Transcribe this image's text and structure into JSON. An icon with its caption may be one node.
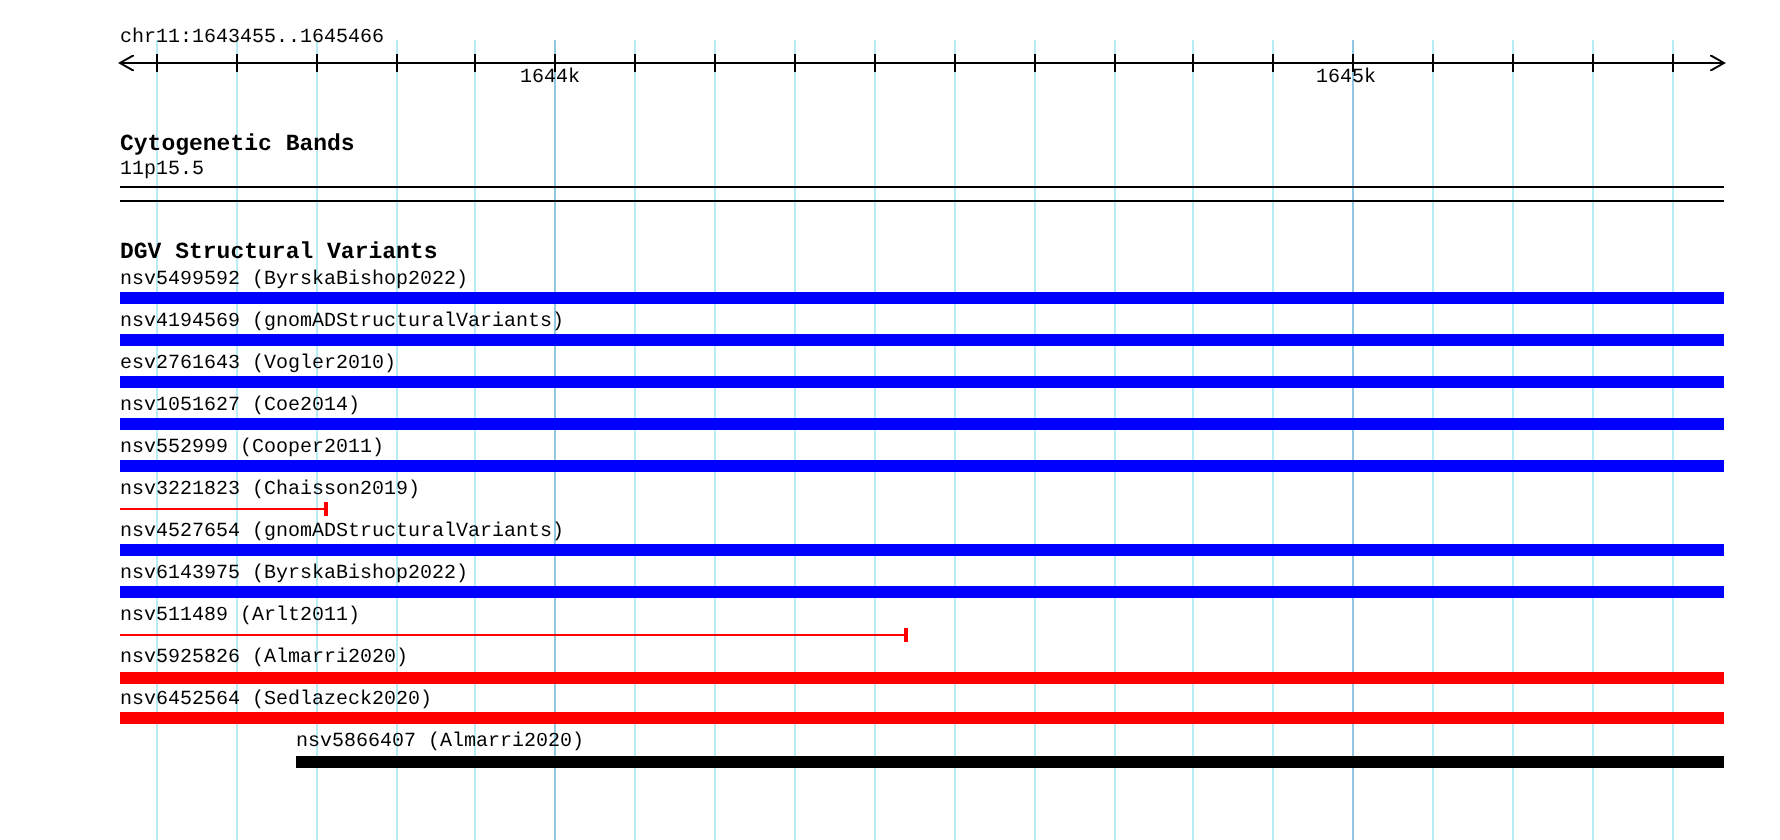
{
  "diagram": {
    "nodes": [
      {
        "text": [
          "11p15.5"
        ]
      },
      {
        "text": [
          "nsv5499592 (ByrskaBishop2022)"
        ]
      },
      {
        "text": [
          "nsv4194569 (gnomADStructuralVariants)"
        ]
      },
      {
        "text": [
          "esv2761643 (Vogler2010)"
        ]
      },
      {
        "text": [
          "nsv1051627 (Coe2014)"
        ]
      },
      {
        "text": [
          "nsv552999 (Cooper2011)"
        ]
      },
      {
        "text": [
          "nsv3221823 (Chaisson2019)"
        ]
      },
      {
        "text": [
          "nsv4527654 (gnomADStructuralVariants)"
        ]
      },
      {
        "text": [
          "nsv6143975 (ByrskaBishop2022)"
        ]
      },
      {
        "text": [
          "nsv511489 (Arlt2011)"
        ]
      },
      {
        "text": [
          "nsv5925826 (Almarri2020)"
        ]
      },
      {
        "text": [
          "nsv6452564 (Sedlazeck2020)"
        ]
      },
      {
        "text": [
          "nsv5866407 (Almarri2020)"
        ]
      }
    ],
    "labels": [
      "chr11:1643455..1645466",
      "1644k",
      "1645k",
      "Cytogenetic Bands",
      "DGV Structural Variants"
    ]
  }
}
